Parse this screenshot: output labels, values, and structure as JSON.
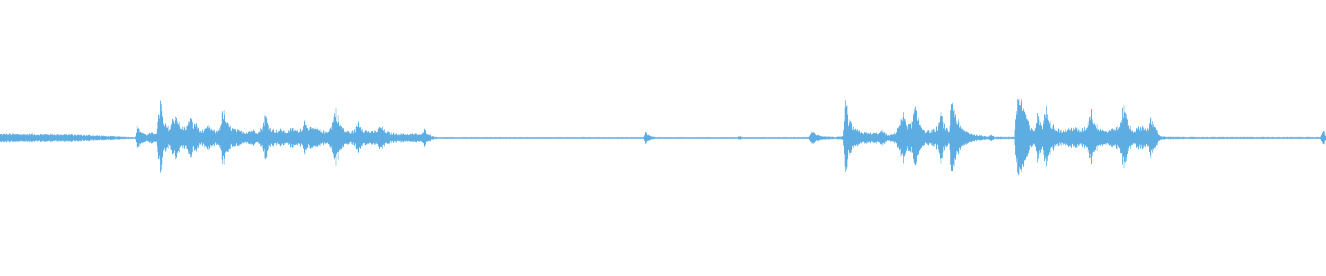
{
  "waveform": {
    "color": "#5dade2",
    "background": "#ffffff",
    "envelope": [
      [
        0.0,
        0.035
      ],
      [
        0.05,
        0.032
      ],
      [
        0.08,
        0.018
      ],
      [
        0.102,
        0.006
      ],
      [
        0.103,
        0.09
      ],
      [
        0.107,
        0.05
      ],
      [
        0.11,
        0.03
      ],
      [
        0.118,
        0.05
      ],
      [
        0.121,
        0.32
      ],
      [
        0.123,
        0.12
      ],
      [
        0.128,
        0.08
      ],
      [
        0.13,
        0.16
      ],
      [
        0.133,
        0.2
      ],
      [
        0.136,
        0.08
      ],
      [
        0.141,
        0.1
      ],
      [
        0.143,
        0.18
      ],
      [
        0.146,
        0.1
      ],
      [
        0.148,
        0.13
      ],
      [
        0.15,
        0.06
      ],
      [
        0.155,
        0.07
      ],
      [
        0.157,
        0.1
      ],
      [
        0.16,
        0.07
      ],
      [
        0.163,
        0.05
      ],
      [
        0.166,
        0.1
      ],
      [
        0.168,
        0.24
      ],
      [
        0.171,
        0.12
      ],
      [
        0.175,
        0.08
      ],
      [
        0.18,
        0.06
      ],
      [
        0.185,
        0.05
      ],
      [
        0.19,
        0.07
      ],
      [
        0.195,
        0.05
      ],
      [
        0.198,
        0.1
      ],
      [
        0.2,
        0.2
      ],
      [
        0.203,
        0.09
      ],
      [
        0.208,
        0.06
      ],
      [
        0.212,
        0.07
      ],
      [
        0.216,
        0.05
      ],
      [
        0.22,
        0.08
      ],
      [
        0.224,
        0.06
      ],
      [
        0.228,
        0.09
      ],
      [
        0.23,
        0.16
      ],
      [
        0.233,
        0.08
      ],
      [
        0.238,
        0.08
      ],
      [
        0.242,
        0.06
      ],
      [
        0.246,
        0.05
      ],
      [
        0.25,
        0.1
      ],
      [
        0.253,
        0.25
      ],
      [
        0.256,
        0.12
      ],
      [
        0.26,
        0.06
      ],
      [
        0.265,
        0.05
      ],
      [
        0.268,
        0.07
      ],
      [
        0.27,
        0.15
      ],
      [
        0.274,
        0.07
      ],
      [
        0.28,
        0.05
      ],
      [
        0.284,
        0.06
      ],
      [
        0.287,
        0.1
      ],
      [
        0.29,
        0.06
      ],
      [
        0.295,
        0.04
      ],
      [
        0.305,
        0.035
      ],
      [
        0.315,
        0.035
      ],
      [
        0.318,
        0.03
      ],
      [
        0.32,
        0.07
      ],
      [
        0.322,
        0.05
      ],
      [
        0.325,
        0.02
      ],
      [
        0.33,
        0.006
      ],
      [
        0.4,
        0.006
      ],
      [
        0.45,
        0.006
      ],
      [
        0.485,
        0.006
      ],
      [
        0.487,
        0.05
      ],
      [
        0.49,
        0.02
      ],
      [
        0.495,
        0.006
      ],
      [
        0.55,
        0.006
      ],
      [
        0.556,
        0.006
      ],
      [
        0.558,
        0.02
      ],
      [
        0.56,
        0.006
      ],
      [
        0.61,
        0.006
      ],
      [
        0.612,
        0.06
      ],
      [
        0.614,
        0.04
      ],
      [
        0.618,
        0.02
      ],
      [
        0.63,
        0.008
      ],
      [
        0.636,
        0.015
      ],
      [
        0.638,
        0.33
      ],
      [
        0.64,
        0.15
      ],
      [
        0.645,
        0.07
      ],
      [
        0.65,
        0.05
      ],
      [
        0.655,
        0.04
      ],
      [
        0.66,
        0.04
      ],
      [
        0.666,
        0.06
      ],
      [
        0.67,
        0.02
      ],
      [
        0.675,
        0.04
      ],
      [
        0.682,
        0.2
      ],
      [
        0.685,
        0.1
      ],
      [
        0.688,
        0.13
      ],
      [
        0.69,
        0.25
      ],
      [
        0.694,
        0.12
      ],
      [
        0.698,
        0.06
      ],
      [
        0.703,
        0.06
      ],
      [
        0.707,
        0.09
      ],
      [
        0.71,
        0.2
      ],
      [
        0.713,
        0.08
      ],
      [
        0.716,
        0.06
      ],
      [
        0.718,
        0.36
      ],
      [
        0.721,
        0.18
      ],
      [
        0.725,
        0.08
      ],
      [
        0.73,
        0.05
      ],
      [
        0.735,
        0.03
      ],
      [
        0.74,
        0.02
      ],
      [
        0.745,
        0.015
      ],
      [
        0.748,
        0.03
      ],
      [
        0.75,
        0.01
      ],
      [
        0.765,
        0.01
      ],
      [
        0.768,
        0.38
      ],
      [
        0.771,
        0.3
      ],
      [
        0.774,
        0.2
      ],
      [
        0.777,
        0.08
      ],
      [
        0.78,
        0.06
      ],
      [
        0.783,
        0.2
      ],
      [
        0.786,
        0.1
      ],
      [
        0.79,
        0.26
      ],
      [
        0.793,
        0.12
      ],
      [
        0.797,
        0.08
      ],
      [
        0.8,
        0.06
      ],
      [
        0.805,
        0.07
      ],
      [
        0.81,
        0.09
      ],
      [
        0.815,
        0.06
      ],
      [
        0.82,
        0.1
      ],
      [
        0.823,
        0.24
      ],
      [
        0.826,
        0.12
      ],
      [
        0.83,
        0.08
      ],
      [
        0.835,
        0.06
      ],
      [
        0.84,
        0.08
      ],
      [
        0.845,
        0.1
      ],
      [
        0.848,
        0.3
      ],
      [
        0.851,
        0.12
      ],
      [
        0.855,
        0.06
      ],
      [
        0.858,
        0.08
      ],
      [
        0.862,
        0.1
      ],
      [
        0.866,
        0.07
      ],
      [
        0.868,
        0.16
      ],
      [
        0.872,
        0.08
      ],
      [
        0.875,
        0.02
      ],
      [
        0.88,
        0.01
      ],
      [
        0.9,
        0.008
      ],
      [
        0.95,
        0.008
      ],
      [
        0.996,
        0.008
      ],
      [
        0.998,
        0.08
      ],
      [
        1.0,
        0.02
      ]
    ]
  }
}
